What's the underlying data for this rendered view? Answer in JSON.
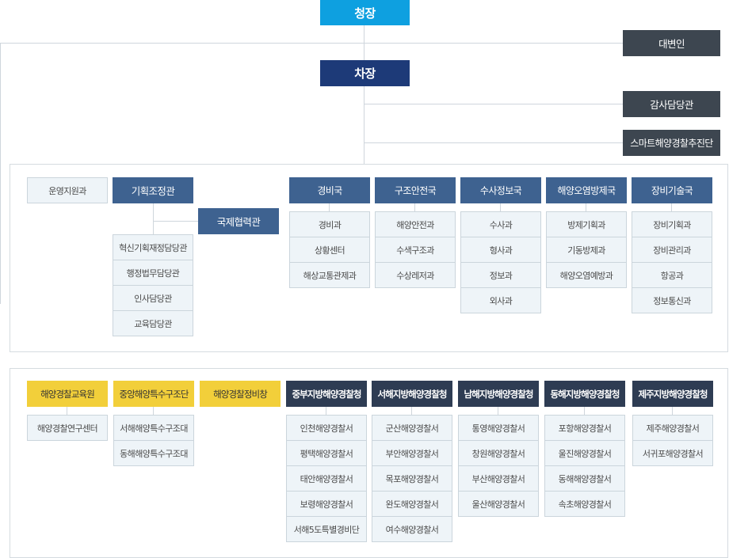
{
  "top": {
    "commissioner": "청장",
    "spokesperson": "대변인",
    "deputy": "차장",
    "audit": "감사담당관",
    "smart": "스마트해양경찰추진단"
  },
  "hq": {
    "admin_support": "운영지원과",
    "planning": {
      "name": "기획조정관",
      "intl": "국제협력관",
      "subs": [
        "혁신기획재정담당관",
        "행정법무담당관",
        "인사담당관",
        "교육담당관"
      ]
    },
    "bureaus": [
      {
        "name": "경비국",
        "subs": [
          "경비과",
          "상황센터",
          "해상교통관제과"
        ]
      },
      {
        "name": "구조안전국",
        "subs": [
          "해양안전과",
          "수색구조과",
          "수상레저과"
        ]
      },
      {
        "name": "수사정보국",
        "subs": [
          "수사과",
          "형사과",
          "정보과",
          "외사과"
        ]
      },
      {
        "name": "해양오염방제국",
        "subs": [
          "방제기획과",
          "기동방제과",
          "해양오염예방과"
        ]
      },
      {
        "name": "장비기술국",
        "subs": [
          "장비기획과",
          "장비관리과",
          "항공과",
          "정보통신과"
        ]
      }
    ]
  },
  "affiliated": [
    {
      "name": "해양경찰교육원",
      "subs": [
        "해양경찰연구센터"
      ]
    },
    {
      "name": "중앙해양특수구조단",
      "subs": [
        "서해해양특수구조대",
        "동해해양특수구조대"
      ]
    },
    {
      "name": "해양경찰정비창",
      "subs": []
    }
  ],
  "regional": [
    {
      "name": "중부지방해양경찰청",
      "subs": [
        "인천해양경찰서",
        "평택해양경찰서",
        "태안해양경찰서",
        "보령해양경찰서",
        "서해5도특별경비단"
      ]
    },
    {
      "name": "서해지방해양경찰청",
      "subs": [
        "군산해양경찰서",
        "부안해양경찰서",
        "목포해양경찰서",
        "완도해양경찰서",
        "여수해양경찰서"
      ]
    },
    {
      "name": "남해지방해양경찰청",
      "subs": [
        "통영해양경찰서",
        "창원해양경찰서",
        "부산해양경찰서",
        "울산해양경찰서"
      ]
    },
    {
      "name": "동해지방해양경찰청",
      "subs": [
        "포항해양경찰서",
        "울진해양경찰서",
        "동해해양경찰서",
        "속초해양경찰서"
      ]
    },
    {
      "name": "제주지방해양경찰청",
      "subs": [
        "제주해양경찰서",
        "서귀포해양경찰서"
      ]
    }
  ]
}
